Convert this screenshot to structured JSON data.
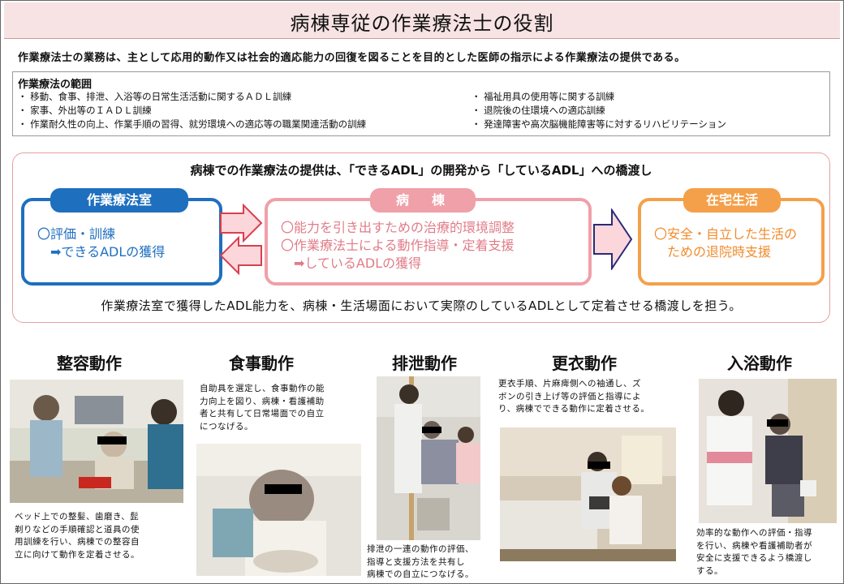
{
  "title": "病棟専従の作業療法士の役割",
  "lead": "作業療法士の業務は、主として応用的動作又は社会的適応能力の回復を図ることを目的とした医師の指示による作業療法の提供である。",
  "scope": {
    "title": "作業療法の範囲",
    "left": [
      "・ 移動、食事、排泄、入浴等の日常生活活動に関するＡＤＬ訓練",
      "・ 家事、外出等のＩＡＤＬ訓練",
      "・ 作業耐久性の向上、作業手順の習得、就労環境への適応等の職業関連活動の訓練"
    ],
    "right": [
      "・ 福祉用具の使用等に関する訓練",
      "・ 退院後の住環境への適応訓練",
      "・ 発達障害や高次脳機能障害等に対するリハビリテーション"
    ]
  },
  "bridge": {
    "heading": "病棟での作業療法の提供は、「できるADL」の開発から「しているADL」への橋渡し",
    "ot_room": {
      "tag": "作業療法室",
      "line1": "〇評価・訓練",
      "line2": "　➡できるADLの獲得"
    },
    "ward": {
      "tag": "病　棟",
      "line1": "〇能力を引き出すための治療的環境調整",
      "line2": "〇作業療法士による動作指導・定着支援",
      "line3": "　➡しているADLの獲得"
    },
    "home": {
      "tag": "在宅生活",
      "line1": "〇安全・自立した生活の",
      "line2": "　ための退院時支援"
    },
    "footer": "作業療法室で獲得したADL能力を、病棟・生活場面において実際のしているADLとして定着させる橋渡しを担う。"
  },
  "activities": [
    {
      "title": "整容動作",
      "desc": [
        "ベッド上での整髪、歯磨き、髭",
        "剃りなどの手順確認と道具の使",
        "用訓練を行い、病棟での整容自",
        "立に向けて動作を定着させる。"
      ]
    },
    {
      "title": "食事動作",
      "desc": [
        "自助具を選定し、食事動作の能",
        "力向上を図り、病棟・看護補助",
        "者と共有して日常場面での自立",
        "につなげる。"
      ]
    },
    {
      "title": "排泄動作",
      "desc": [
        "排泄の一連の動作の評価、",
        "指導と支援方法を共有し",
        "病棟での自立につなげる。"
      ]
    },
    {
      "title": "更衣動作",
      "desc": [
        "更衣手順、片麻痺側への袖通し、ズ",
        "ボンの引き上げ等の評価と指導によ",
        "り、病棟でできる動作に定着させる。"
      ]
    },
    {
      "title": "入浴動作",
      "desc": [
        "効率的な動作への評価・指導",
        "を行い、病棟や看護補助者が",
        "安全に支援できるよう橋渡し",
        "する。"
      ]
    }
  ],
  "colors": {
    "blue": "#1f6fbf",
    "pink": "#f0a0a8",
    "orange": "#f4a04a",
    "title_bg": "#f7e3e3"
  }
}
